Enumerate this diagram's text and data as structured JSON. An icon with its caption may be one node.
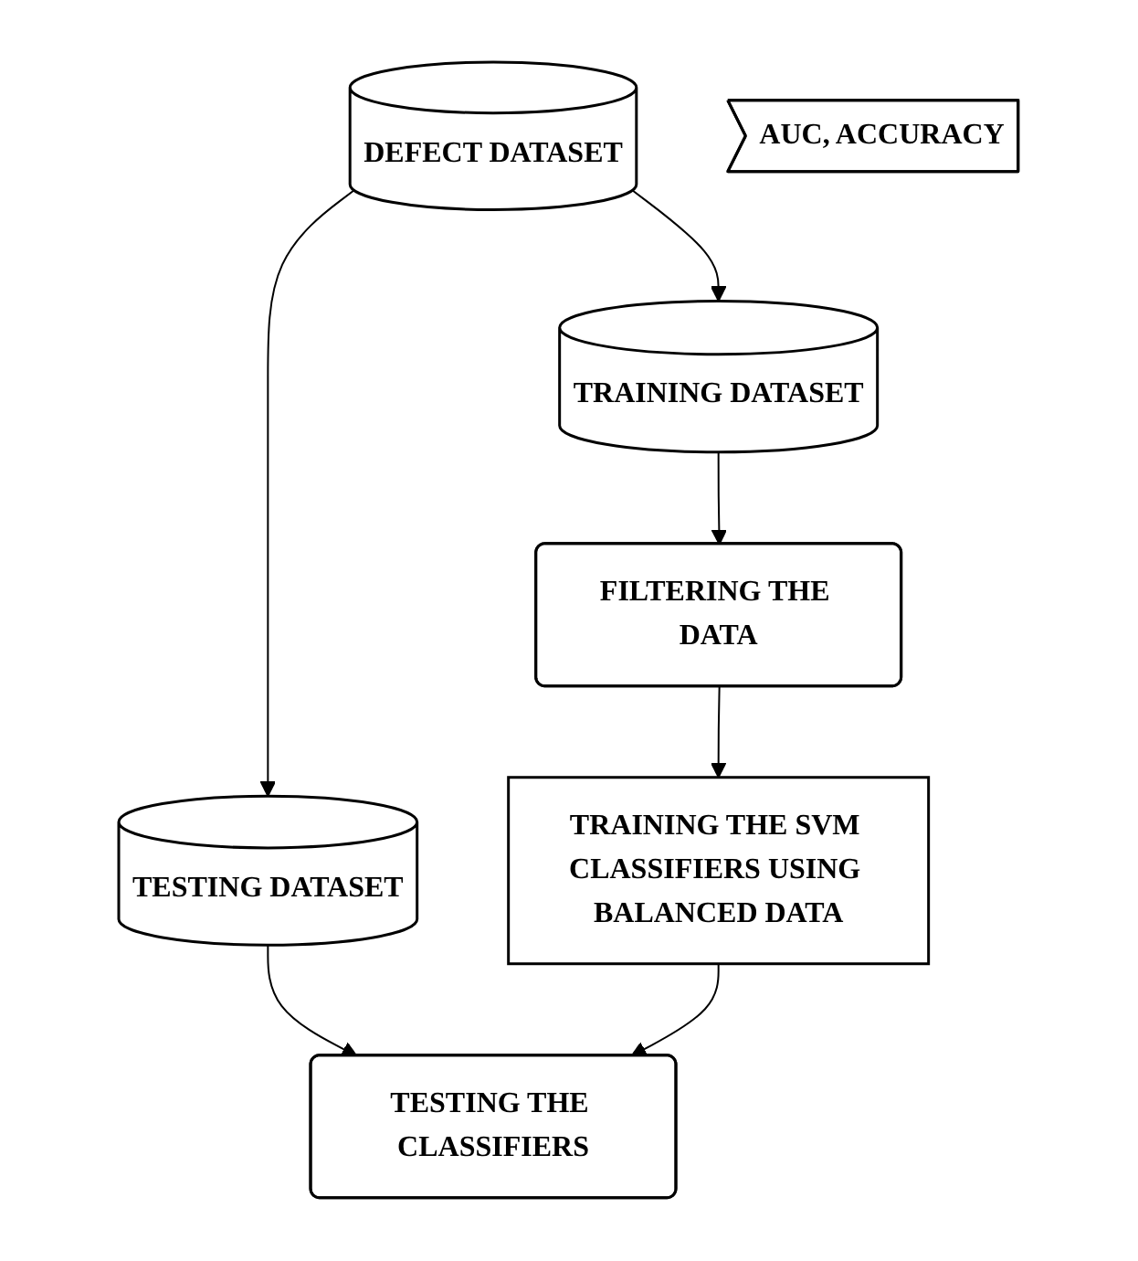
{
  "diagram": {
    "nodes": [
      {
        "text": [
          "DEFECT DATASET"
        ]
      },
      {
        "text": [
          "TRAINING DATASET"
        ]
      },
      {
        "text": [
          "TESTING DATASET"
        ]
      },
      {
        "text": [
          "FILTERING THE DATA"
        ]
      },
      {
        "text": [
          "TRAINING THE SVM CLASSIFIERS USING BALANCED DATA"
        ]
      },
      {
        "text": [
          "TESTING THE CLASSIFIERS"
        ]
      },
      {
        "text": [
          "AUC, ACCURACY"
        ]
      }
    ],
    "edges": [
      {
        "from": 0,
        "to": 1,
        "arrow": "to"
      },
      {
        "from": 0,
        "to": 2,
        "arrow": "to"
      },
      {
        "from": 1,
        "to": 3,
        "arrow": "to"
      },
      {
        "from": 3,
        "to": 4,
        "arrow": "to"
      },
      {
        "from": 2,
        "to": 5,
        "arrow": "to"
      },
      {
        "from": 4,
        "to": 5,
        "arrow": "to"
      }
    ]
  }
}
